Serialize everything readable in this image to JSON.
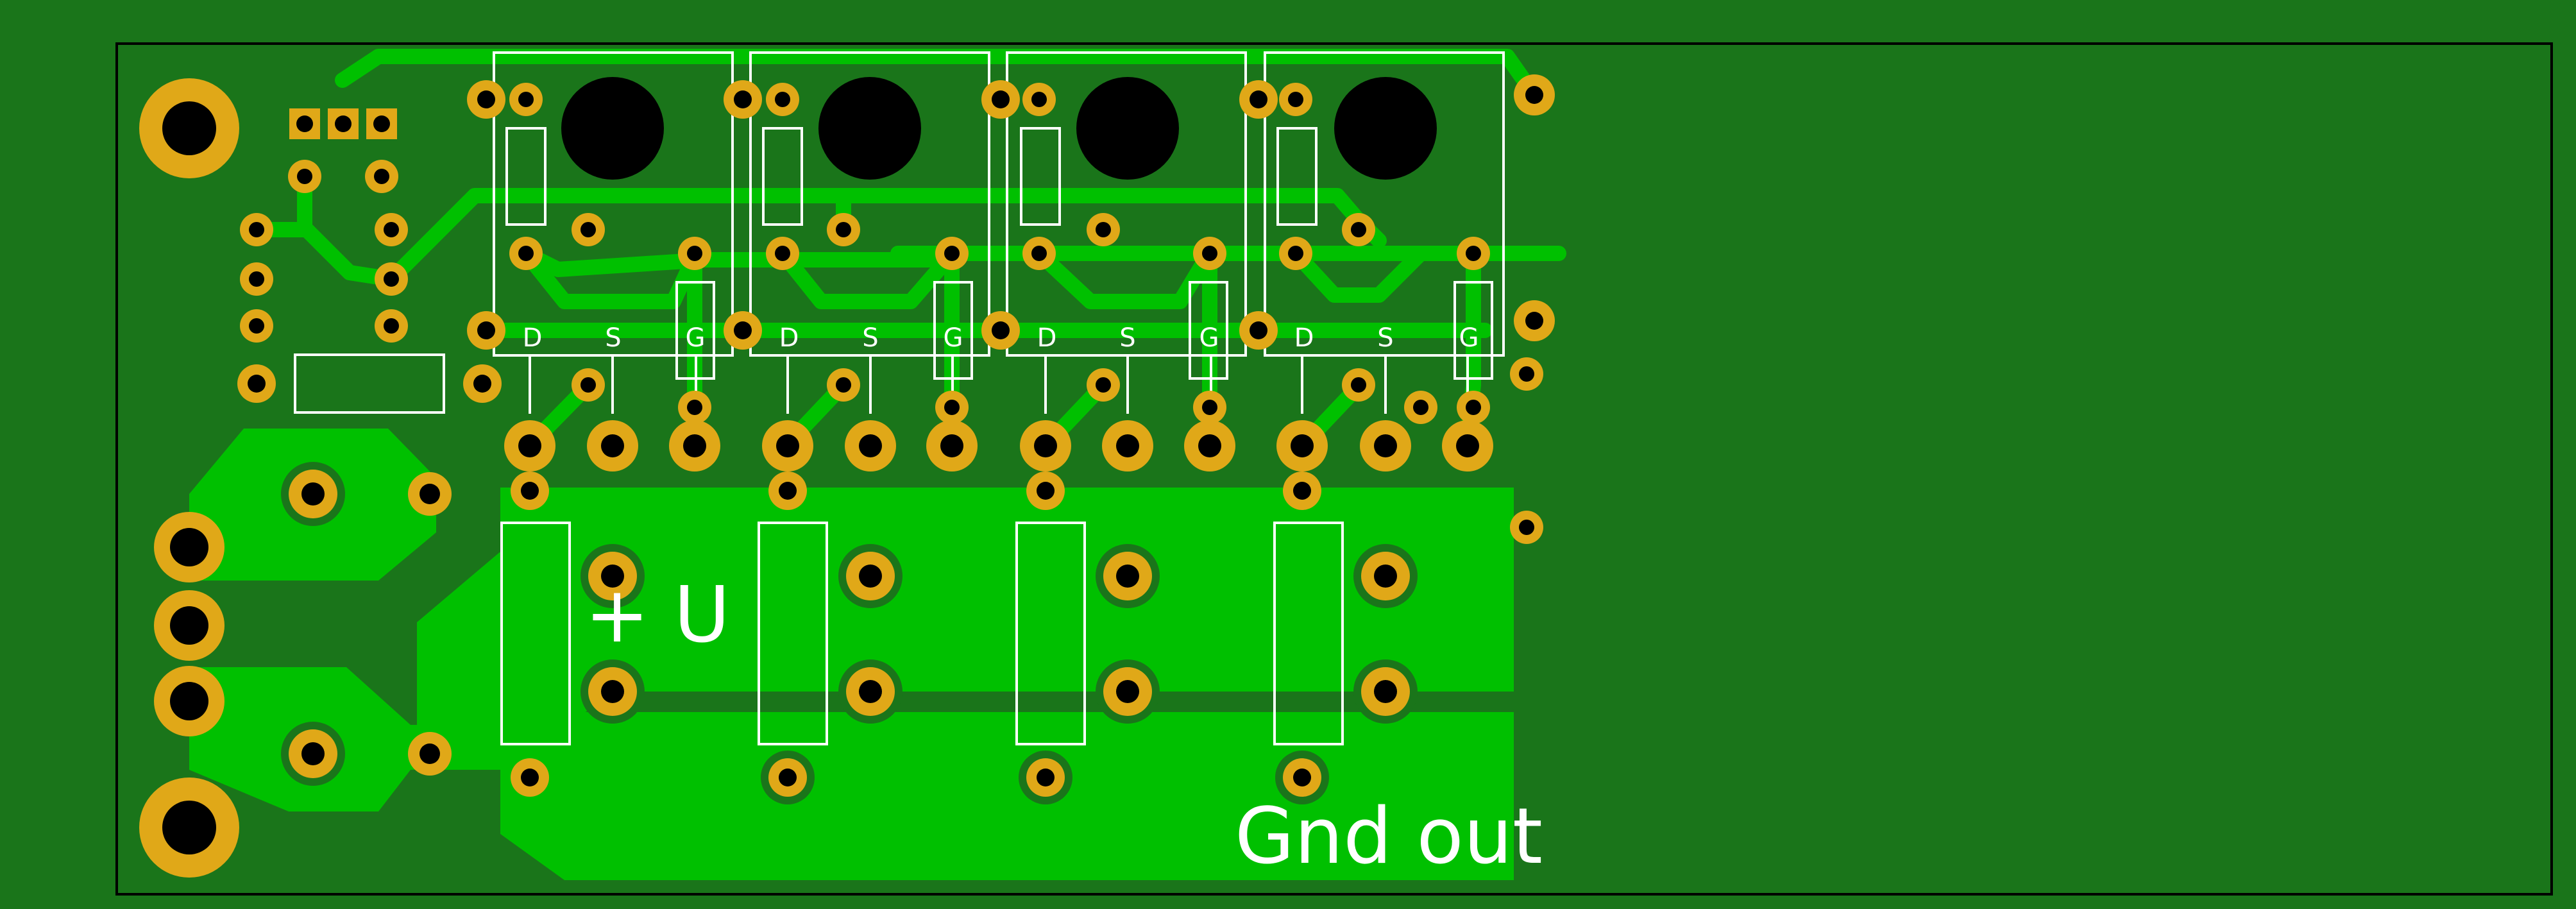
{
  "view": {
    "type": "PCB layout",
    "colors": {
      "background": "#1a751a",
      "copper_pour": "#00c000",
      "trace": "#00c000",
      "pad": "#e0a818",
      "hole": "#000000",
      "silkscreen": "#ffffff",
      "outline": "#000000"
    }
  },
  "silkscreen": {
    "pin_d": "D",
    "pin_s": "S",
    "pin_g": "G",
    "power_label": "+ U",
    "ground_label": "Gnd out"
  },
  "transistor_pins": [
    [
      "D",
      "S",
      "G"
    ],
    [
      "D",
      "S",
      "G"
    ],
    [
      "D",
      "S",
      "G"
    ],
    [
      "D",
      "S",
      "G"
    ]
  ],
  "components": {
    "transistors": 4,
    "resistors": 13,
    "mounting_holes": 2,
    "power_pads": 3
  }
}
